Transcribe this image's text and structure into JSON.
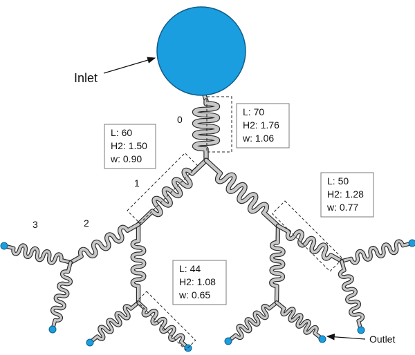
{
  "inlet_label": "Inlet",
  "outlet_label": "Outlet",
  "levels": [
    {
      "id": "0",
      "L": "L: 70",
      "H2": "H2: 1.76",
      "w": "w: 1.06"
    },
    {
      "id": "1",
      "L": "L: 60",
      "H2": "H2: 1.50",
      "w": "w: 0.90"
    },
    {
      "id": "2",
      "L": "L: 50",
      "H2": "H2: 1.28",
      "w": "w: 0.77"
    },
    {
      "id": "3",
      "L": "L: 44",
      "H2": "H2: 1.08",
      "w": "w: 0.65"
    }
  ],
  "colors": {
    "inlet_fill": "#1a9ee0",
    "outlet_fill": "#1a9ee0",
    "channel_fill": "#c8c8c8",
    "channel_stroke": "#2b2b2b",
    "box_stroke": "#7a7a7a",
    "dash_stroke": "#222222"
  }
}
